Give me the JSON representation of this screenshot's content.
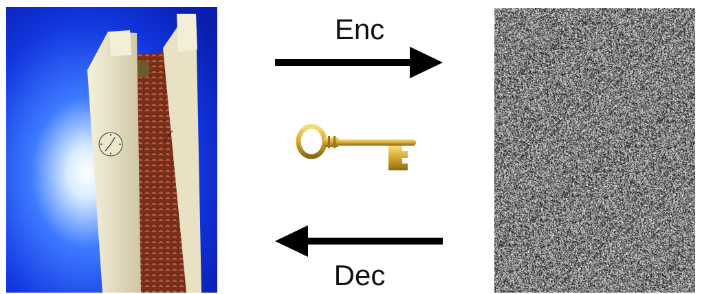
{
  "labels": {
    "encrypt": "Enc",
    "decrypt": "Dec"
  },
  "icons": {
    "plain_image": "clock-tower-photo",
    "key": "key-icon",
    "cipher_image": "noise-image"
  },
  "colors": {
    "arrow": "#000000",
    "sky_deep": "#0a2fd6",
    "sky_glow": "#e8f4ff",
    "tower": "#efe9d2",
    "brick": "#8a3b22",
    "key_gold": "#d4a72c"
  }
}
